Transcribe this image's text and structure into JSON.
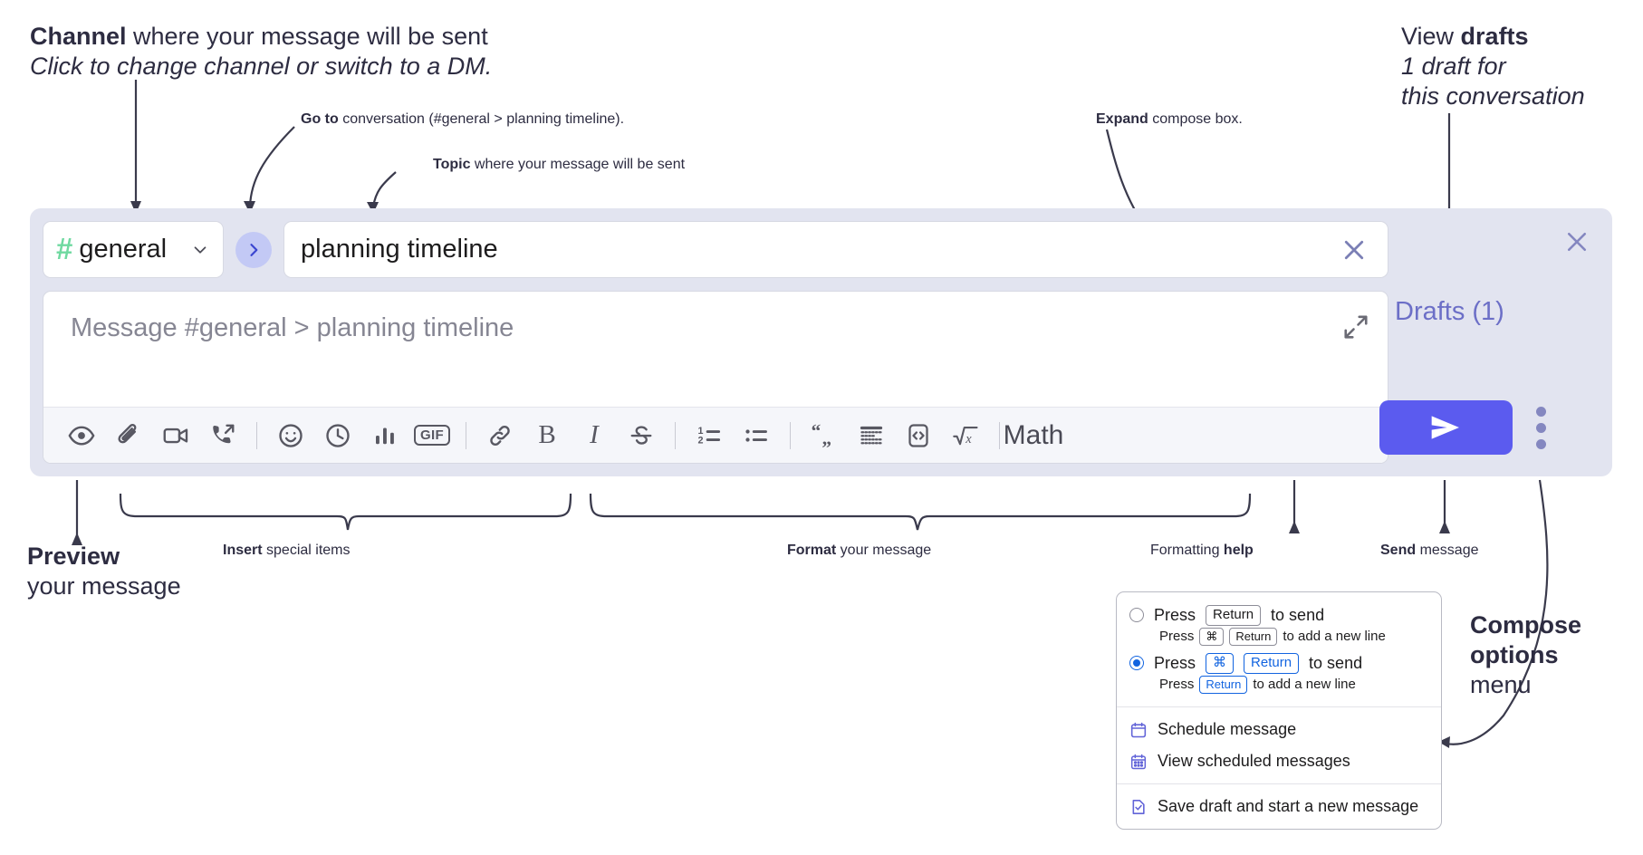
{
  "annotations": [
    {
      "id": "channel",
      "bold": "Channel",
      "rest": " where your message will be sent",
      "sub": "Click to change channel or switch to a DM."
    },
    {
      "id": "goto",
      "bold": "Go to",
      "rest": " conversation (#general > planning timeline)."
    },
    {
      "id": "topic",
      "bold": "Topic",
      "rest": " where your message will be sent"
    },
    {
      "id": "expand",
      "bold": "Expand",
      "rest": " compose box."
    },
    {
      "id": "drafts",
      "bold": "drafts",
      "pre": "View ",
      "sub1": "1 draft for",
      "sub2": "this conversation"
    },
    {
      "id": "preview",
      "bold": "Preview",
      "sub": "your message"
    },
    {
      "id": "insert",
      "bold": "Insert",
      "rest": " special items"
    },
    {
      "id": "format",
      "bold": "Format",
      "rest": " your message"
    },
    {
      "id": "help",
      "pre": "Formatting ",
      "bold": "help"
    },
    {
      "id": "send",
      "bold": "Send",
      "rest": " message"
    },
    {
      "id": "composeopts",
      "bold1": "Compose",
      "bold2": "options",
      "sub": "menu"
    }
  ],
  "compose": {
    "channel": {
      "hash": "#",
      "name": "general",
      "caret_icon": "chevron-down-icon"
    },
    "goto_icon": "chevron-right-icon",
    "topic": {
      "value": "planning timeline",
      "clear_icon": "close-icon"
    },
    "message": {
      "placeholder": "Message #general > planning timeline",
      "expand_icon": "expand-arrows-icon"
    },
    "close_icon": "close-icon",
    "toolbar": [
      {
        "name": "preview-icon",
        "label": "Preview"
      },
      {
        "name": "attachment-icon",
        "label": "Attach file"
      },
      {
        "name": "video-icon",
        "label": "Video clip"
      },
      {
        "name": "audio-call-icon",
        "label": "Audio clip"
      },
      {
        "sep": true
      },
      {
        "name": "emoji-icon",
        "label": "Emoji"
      },
      {
        "name": "clock-icon",
        "label": "Reminder"
      },
      {
        "name": "poll-icon",
        "label": "Poll"
      },
      {
        "name": "gif-icon",
        "label": "GIF"
      },
      {
        "sep": true
      },
      {
        "name": "link-icon",
        "label": "Link"
      },
      {
        "name": "bold-icon",
        "label": "B"
      },
      {
        "name": "italic-icon",
        "label": "I"
      },
      {
        "name": "strikethrough-icon",
        "label": "Strikethrough"
      },
      {
        "sep": true
      },
      {
        "name": "ordered-list-icon",
        "label": "Ordered list"
      },
      {
        "name": "bulleted-list-icon",
        "label": "Bulleted list"
      },
      {
        "sep": true
      },
      {
        "name": "blockquote-icon",
        "label": "Blockquote"
      },
      {
        "name": "code-block-icon",
        "label": "Code block"
      },
      {
        "name": "code-icon",
        "label": "Code"
      },
      {
        "name": "math-icon",
        "label": "Math"
      },
      {
        "sep": true
      },
      {
        "name": "help-icon",
        "label": "?"
      }
    ],
    "drafts_label": "Drafts (1)",
    "send_icon": "send-paper-plane-icon",
    "options_icon": "vertical-dots-icon"
  },
  "options_menu": {
    "radio_options": [
      {
        "selected": false,
        "press": "Press",
        "key": "Return",
        "suffix": "to send",
        "sub_press": "Press",
        "sub_keys": [
          "⌘",
          "Return"
        ],
        "sub_suffix": "to add a new line"
      },
      {
        "selected": true,
        "press": "Press",
        "keys": [
          "⌘",
          "Return"
        ],
        "suffix": "to send",
        "sub_press": "Press",
        "sub_keys": [
          "Return"
        ],
        "sub_suffix": "to add a new line"
      }
    ],
    "items": [
      {
        "icon": "calendar-schedule-icon",
        "label": "Schedule message"
      },
      {
        "icon": "calendar-grid-icon",
        "label": "View scheduled messages"
      },
      {
        "icon": "save-draft-icon",
        "label": "Save draft and start a new message"
      }
    ]
  },
  "colors": {
    "panel_bg": "#e2e4f0",
    "send_button": "#5b5bef",
    "accent_blue": "#1264e0",
    "hash_green": "#6fd9a0",
    "drafts_text": "#6c6fc7",
    "menu_icon": "#6264d8"
  }
}
